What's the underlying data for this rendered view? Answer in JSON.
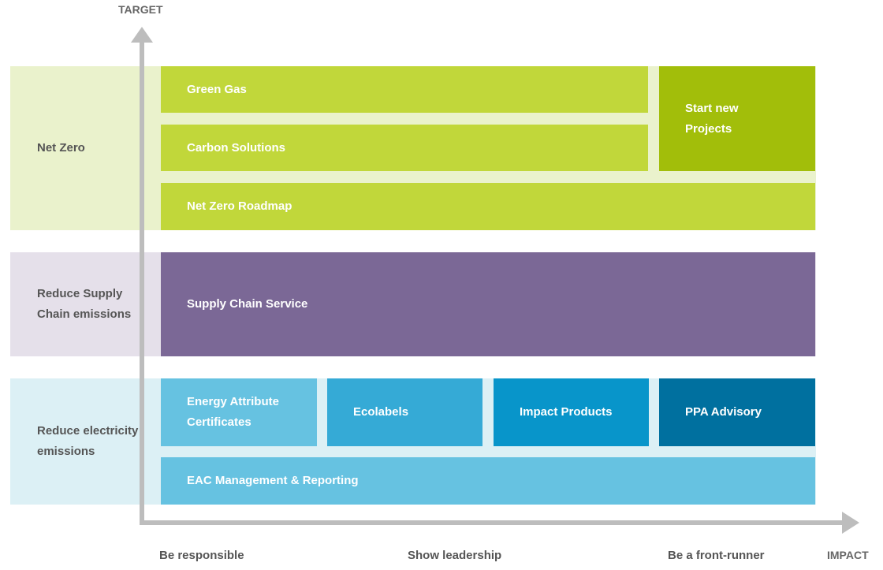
{
  "axes": {
    "y_label": "TARGET",
    "x_label": "IMPACT",
    "x_categories": [
      "Be responsible",
      "Show leadership",
      "Be a front-runner"
    ]
  },
  "rows": [
    {
      "label": "Net Zero",
      "band_color": "#eaf2cc"
    },
    {
      "label": "Reduce Supply Chain emissions",
      "band_color": "#e5e0ea"
    },
    {
      "label": "Reduce electricity emissions",
      "band_color": "#dcf0f5"
    }
  ],
  "tiles": {
    "green_gas": "Green Gas",
    "carbon_solutions": "Carbon Solutions",
    "start_new_projects": "Start new Projects",
    "net_zero_roadmap": "Net Zero Roadmap",
    "supply_chain_service": "Supply Chain Service",
    "energy_attribute_certificates": "Energy Attribute Certificates",
    "ecolabels": "Ecolabels",
    "impact_products": "Impact Products",
    "ppa_advisory": "PPA Advisory",
    "eac_management": "EAC Management & Reporting"
  },
  "colors": {
    "light_green": "#c1d73a",
    "dark_green": "#a2be0a",
    "purple": "#7b6896",
    "light_blue": "#66c2e1",
    "mid_blue": "#35aad6",
    "blue": "#0895ca",
    "dark_blue": "#00709f",
    "axis": "#bdbdbd"
  }
}
